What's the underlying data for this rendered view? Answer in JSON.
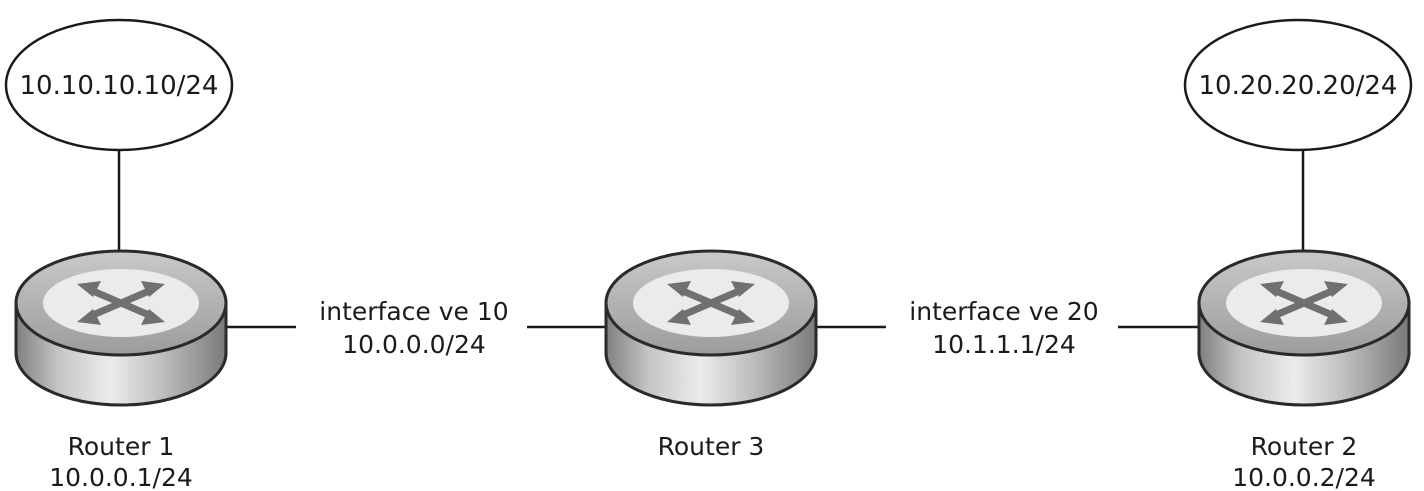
{
  "networks": [
    {
      "id": "net-left",
      "label": "10.10.10.10/24"
    },
    {
      "id": "net-right",
      "label": "10.20.20.20/24"
    }
  ],
  "routers": [
    {
      "id": "router-1",
      "name": "Router 1",
      "address": "10.0.0.1/24"
    },
    {
      "id": "router-3",
      "name": "Router 3",
      "address": ""
    },
    {
      "id": "router-2",
      "name": "Router 2",
      "address": "10.0.0.2/24"
    }
  ],
  "links": [
    {
      "id": "link-r1-r3",
      "interface": "interface ve 10",
      "subnet": "10.0.0.0/24"
    },
    {
      "id": "link-r3-r2",
      "interface": "interface ve 20",
      "subnet": "10.1.1.1/24"
    }
  ]
}
